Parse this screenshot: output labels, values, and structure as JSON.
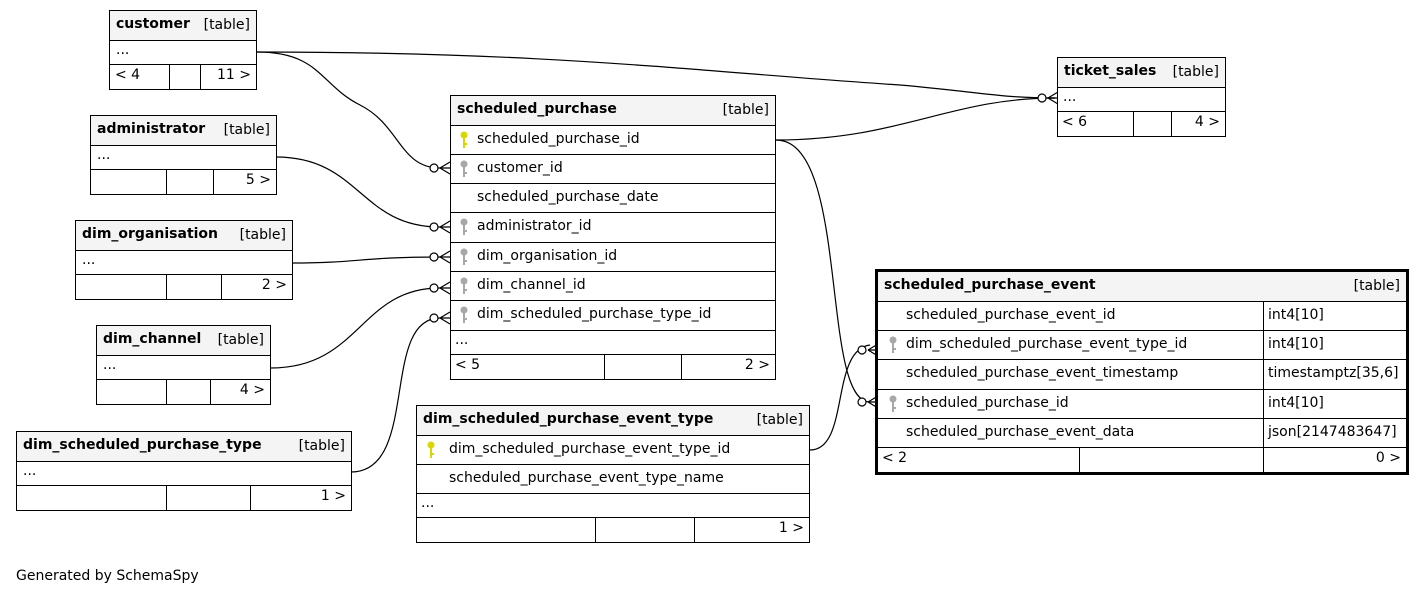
{
  "tables": {
    "customer": {
      "name": "customer",
      "type": "[table]",
      "ellipsis": "...",
      "nav_left": "< 4",
      "nav_right": "11 >"
    },
    "administrator": {
      "name": "administrator",
      "type": "[table]",
      "ellipsis": "...",
      "nav_left": "",
      "nav_right": "5 >"
    },
    "dim_organisation": {
      "name": "dim_organisation",
      "type": "[table]",
      "ellipsis": "...",
      "nav_left": "",
      "nav_right": "2 >"
    },
    "dim_channel": {
      "name": "dim_channel",
      "type": "[table]",
      "ellipsis": "...",
      "nav_left": "",
      "nav_right": "4 >"
    },
    "dim_scheduled_purchase_type": {
      "name": "dim_scheduled_purchase_type",
      "type": "[table]",
      "ellipsis": "...",
      "nav_left": "",
      "nav_right": "1 >"
    },
    "scheduled_purchase": {
      "name": "scheduled_purchase",
      "type": "[table]",
      "columns": [
        "scheduled_purchase_id",
        "customer_id",
        "scheduled_purchase_date",
        "administrator_id",
        "dim_organisation_id",
        "dim_channel_id",
        "dim_scheduled_purchase_type_id"
      ],
      "ellipsis": "...",
      "nav_left": "< 5",
      "nav_right": "2 >"
    },
    "dim_scheduled_purchase_event_type": {
      "name": "dim_scheduled_purchase_event_type",
      "type": "[table]",
      "columns": [
        "dim_scheduled_purchase_event_type_id",
        "scheduled_purchase_event_type_name"
      ],
      "ellipsis": "...",
      "nav_left": "",
      "nav_right": "1 >"
    },
    "ticket_sales": {
      "name": "ticket_sales",
      "type": "[table]",
      "ellipsis": "...",
      "nav_left": "< 6",
      "nav_right": "4 >"
    },
    "scheduled_purchase_event": {
      "name": "scheduled_purchase_event",
      "type": "[table]",
      "columns": [
        {
          "name": "scheduled_purchase_event_id",
          "dtype": "int4[10]"
        },
        {
          "name": "dim_scheduled_purchase_event_type_id",
          "dtype": "int4[10]"
        },
        {
          "name": "scheduled_purchase_event_timestamp",
          "dtype": "timestamptz[35,6]"
        },
        {
          "name": "scheduled_purchase_id",
          "dtype": "int4[10]"
        },
        {
          "name": "scheduled_purchase_event_data",
          "dtype": "json[2147483647]"
        }
      ],
      "nav_left": "< 2",
      "nav_right": "0 >"
    }
  },
  "colors": {
    "primary_key": "#d8d800",
    "foreign_key": "#a8a8a8",
    "header_bg": "#f4f4f4"
  },
  "icons": {
    "primary_key": "key-icon",
    "foreign_key": "key-icon"
  },
  "footer": "Generated by SchemaSpy"
}
